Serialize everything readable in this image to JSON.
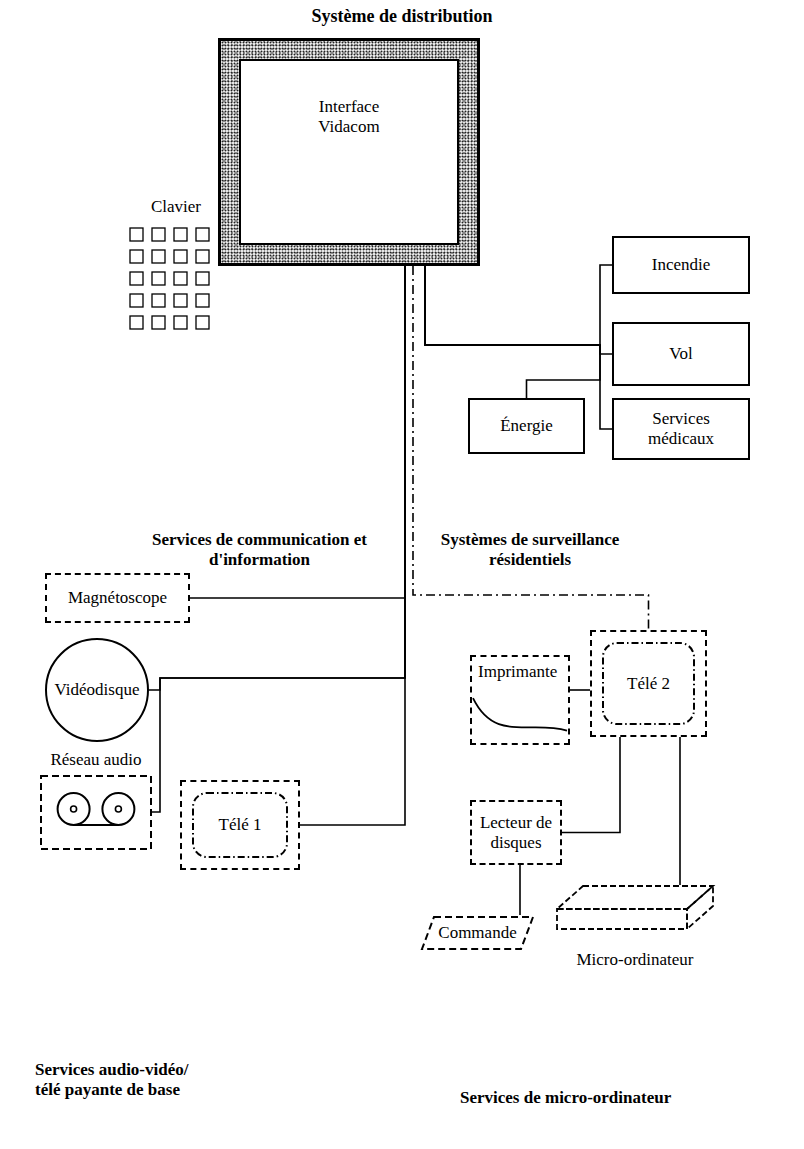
{
  "diagram": {
    "title": "Système de distribution",
    "nodes": [
      {
        "text": [
          "Interface Vidacom"
        ]
      },
      {
        "text": [
          "Incendie"
        ]
      },
      {
        "text": [
          "Vol"
        ]
      },
      {
        "text": [
          "Énergie"
        ]
      },
      {
        "text": [
          "Services médicaux"
        ]
      },
      {
        "text": [
          "Magnétoscope"
        ]
      },
      {
        "text": [
          "Vidéodisque"
        ]
      },
      {
        "text": [
          "Imprimante"
        ]
      },
      {
        "text": [
          "Télé 2"
        ]
      },
      {
        "text": [
          "Réseau audio"
        ]
      },
      {
        "text": [
          "Télé 1"
        ]
      },
      {
        "text": [
          "Lecteur de disques"
        ]
      },
      {
        "text": [
          "Commande"
        ]
      },
      {
        "text": [
          "Micro-ordinateur"
        ]
      }
    ],
    "edges": [
      {
        "from": 0,
        "to": 1,
        "arrow": "none"
      },
      {
        "from": 0,
        "to": 2,
        "arrow": "none"
      },
      {
        "from": 0,
        "to": 4,
        "arrow": "none"
      },
      {
        "from": 0,
        "to": 3,
        "arrow": "none"
      },
      {
        "from": 0,
        "to": 5,
        "arrow": "none"
      },
      {
        "from": 0,
        "to": 6,
        "arrow": "none"
      },
      {
        "from": 0,
        "to": 9,
        "arrow": "none"
      },
      {
        "from": 0,
        "to": 10,
        "arrow": "none"
      },
      {
        "from": 0,
        "to": 8,
        "arrow": "none"
      },
      {
        "from": 8,
        "to": 7,
        "arrow": "none"
      },
      {
        "from": 8,
        "to": 11,
        "arrow": "none"
      },
      {
        "from": 8,
        "to": 13,
        "arrow": "none"
      },
      {
        "from": 11,
        "to": 12,
        "arrow": "none"
      }
    ],
    "labels": [
      "Clavier",
      "Services de communication et d'information",
      "Systèmes de surveillance résidentiels",
      "Services audio-vidéo/ télé payante de base",
      "Services de micro-ordinateur"
    ]
  }
}
